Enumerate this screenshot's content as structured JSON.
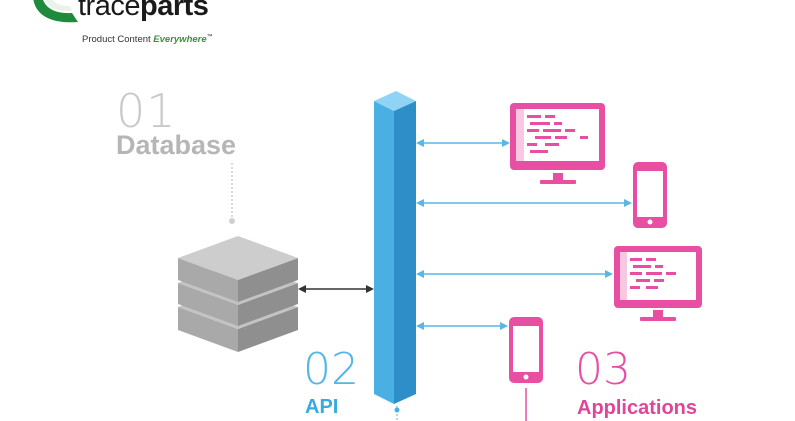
{
  "logo": {
    "word_light": "trace",
    "word_bold": "parts",
    "tagline_plain": "Product Content ",
    "tagline_accent": "Everywhere",
    "tagline_mark": "™"
  },
  "database": {
    "number": "01",
    "label": "Database",
    "icon": "database-stack-icon",
    "color": "#c9c9c9"
  },
  "api": {
    "number": "02",
    "label": "API",
    "icon": "api-pillar-icon",
    "color": "#52b6e6"
  },
  "applications": {
    "number": "03",
    "label": "Applications",
    "color": "#e84ea1",
    "devices": [
      {
        "type": "desktop",
        "icon": "desktop-monitor-icon"
      },
      {
        "type": "phone",
        "icon": "smartphone-icon"
      },
      {
        "type": "desktop",
        "icon": "desktop-monitor-icon"
      },
      {
        "type": "phone",
        "icon": "smartphone-icon"
      }
    ]
  },
  "connector_icon": "double-arrow-icon"
}
